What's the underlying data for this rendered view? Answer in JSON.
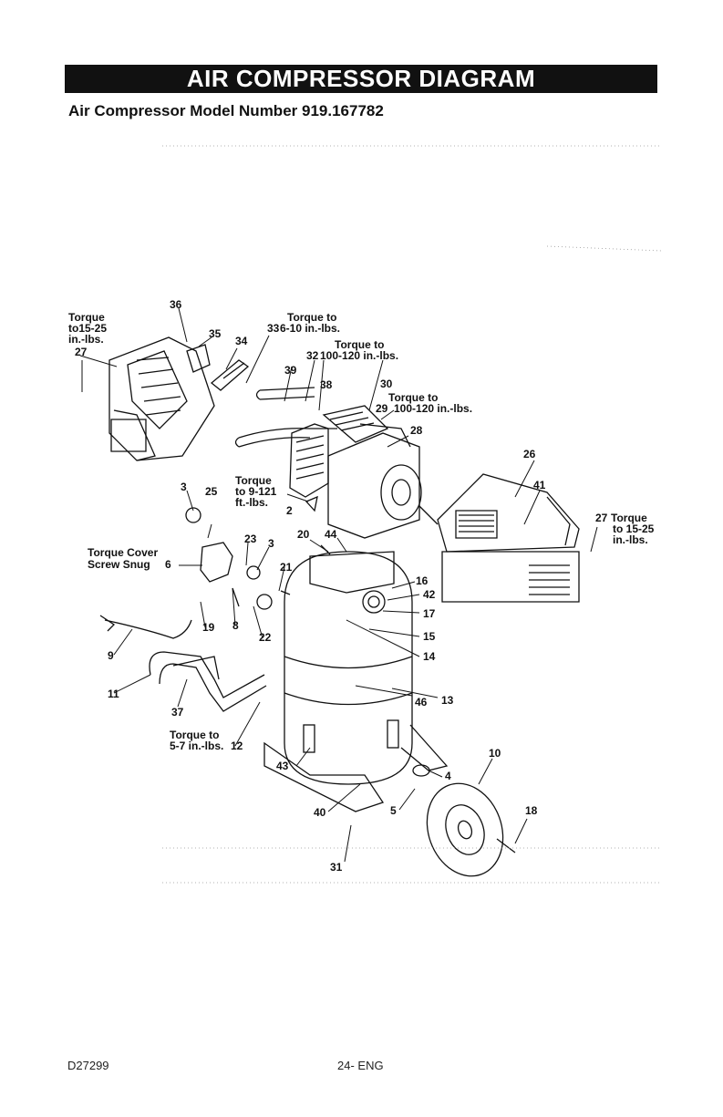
{
  "header": {
    "title": "AIR COMPRESSOR DIAGRAM",
    "subtitle": "Air Compressor Model Number 919.167782"
  },
  "labels": {
    "n2": "2",
    "n3": "3",
    "n3b": "3",
    "n4": "4",
    "n5": "5",
    "n6": "6",
    "n8": "8",
    "n9": "9",
    "n10": "10",
    "n11": "11",
    "n12": "12",
    "n13": "13",
    "n14": "14",
    "n15": "15",
    "n16": "16",
    "n17": "17",
    "n18": "18",
    "n19": "19",
    "n20": "20",
    "n21": "21",
    "n22": "22",
    "n23": "23",
    "n25": "25",
    "n26": "26",
    "n27": "27",
    "n27b": "27",
    "n28": "28",
    "n29": "29",
    "n30": "30",
    "n31": "31",
    "n32": "32",
    "n33": "33",
    "n34": "34",
    "n35": "35",
    "n36": "36",
    "n37": "37",
    "n38": "38",
    "n39": "39",
    "n40": "40",
    "n41": "41",
    "n42": "42",
    "n43": "43",
    "n44": "44",
    "n46": "46"
  },
  "notes": {
    "torque_left_1": "Torque",
    "torque_left_2": "to15-25",
    "torque_left_3": "in.-lbs.",
    "torque33_1": "Torque to",
    "torque33_2": "6-10 in.-lbs.",
    "torque32_1": "Torque to",
    "torque32_2": "100-120 in.-lbs.",
    "torque29_1": "Torque to",
    "torque29_2": "100-120 in.-lbs.",
    "torque2_1": "Torque",
    "torque2_2": "to 9-121",
    "torque2_3": "ft.-lbs.",
    "cover_1": "Torque Cover",
    "cover_2": "Screw Snug",
    "torque12_1": "Torque to",
    "torque12_2": "5-7 in.-lbs.",
    "torque27r_1": "Torque",
    "torque27r_2": "to 15-25",
    "torque27r_3": "in.-lbs."
  },
  "footer": {
    "doc_code": "D27299",
    "page": "24- ENG"
  }
}
